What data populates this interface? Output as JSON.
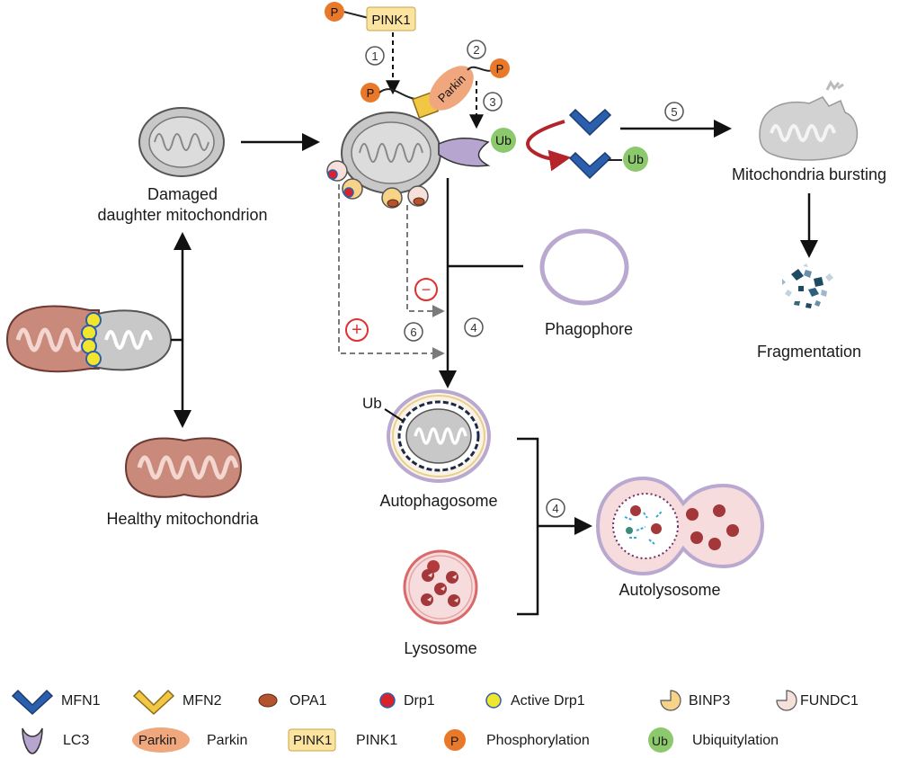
{
  "labels": {
    "damaged_line1": "Damaged",
    "damaged_line2": "daughter mitochondrion",
    "healthy": "Healthy mitochondria",
    "mito_bursting": "Mitochondria bursting",
    "fragmentation": "Fragmentation",
    "phagophore": "Phagophore",
    "autophagosome": "Autophagosome",
    "lysosome": "Lysosome",
    "autolysosome": "Autolysosome",
    "ub_pointer": "Ub"
  },
  "badges": {
    "pink1": "PINK1",
    "parkin": "Parkin",
    "p": "P",
    "ub": "Ub"
  },
  "steps": {
    "s1": "1",
    "s2": "2",
    "s3": "3",
    "s4a": "4",
    "s4b": "4",
    "s5": "5",
    "s6": "6"
  },
  "signs": {
    "minus": "−",
    "plus": "+"
  },
  "legend": {
    "mfn1": "MFN1",
    "mfn2": "MFN2",
    "opa1": "OPA1",
    "drp1": "Drp1",
    "active_drp1": "Active Drp1",
    "binp3": "BINP3",
    "fundc1": "FUNDC1",
    "lc3": "LC3",
    "parkin_badge": "Parkin",
    "parkin": "Parkin",
    "pink1_badge": "PINK1",
    "pink1": "PINK1",
    "p_badge": "P",
    "phosphorylation": "Phosphorylation",
    "ub_badge": "Ub",
    "ubiquitylation": "Ubiquitylation"
  },
  "colors": {
    "mfn1": "#2b5fae",
    "mfn2": "#f2c744",
    "phospho": "#e8792a",
    "ub": "#8cc96d",
    "pink1_box": "#fbe3a0",
    "parkin": "#f0a77d",
    "drp1": "#d8232a",
    "active_drp1": "#f2e52d",
    "binp3": "#f7d38a",
    "fundc1": "#f6e0da",
    "opa1": "#b5532e",
    "lc3": "#b6a6cf",
    "mito_gray": "#c9c9c9",
    "mito_healthy": "#c9897b",
    "lysosome": "#d9696b",
    "autophagosome_outer": "#b9a8d0",
    "red_arrow": "#b3242b"
  }
}
